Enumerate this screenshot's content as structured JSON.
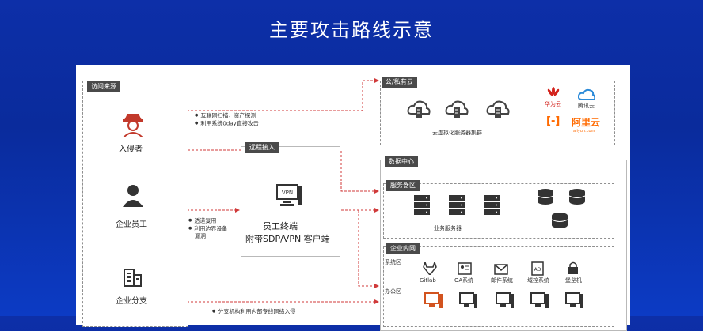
{
  "title": "主要攻击路线示意",
  "source": {
    "tag": "访问来源",
    "intruder": "入侵者",
    "employee": "企业员工",
    "branch": "企业分支"
  },
  "notes": {
    "top": [
      "互联网扫描，资产探测",
      "利用系统0day直接攻击"
    ],
    "mid": [
      "透道复用",
      "利用边界设备",
      "漏洞"
    ],
    "bottom": "分支机构利用内部专线网络入侵"
  },
  "remote": {
    "tag": "远程接入",
    "vpn_icon": "VPN",
    "line1": "员工终端",
    "line2": "附带SDP/VPN 客户端"
  },
  "cloud": {
    "tag": "公/私有云",
    "servers_label": "云虚拟化服务器集群",
    "huawei": "华为云",
    "tencent": "腾讯云",
    "aliyun_mark": "[-]",
    "aliyun": "阿里云",
    "aliyun_url": "aliyun.com"
  },
  "datacenter": {
    "tag": "数据中心",
    "server_zone": "服务器区",
    "business_label": "业务服务器"
  },
  "intranet": {
    "tag": "企业内网",
    "system_zone": "系统区",
    "office_zone": "办公区",
    "systems": [
      "Gitlab",
      "OA系统",
      "邮件系统",
      "域控系统",
      "堡垒机"
    ],
    "ad_glyph": "AD"
  }
}
